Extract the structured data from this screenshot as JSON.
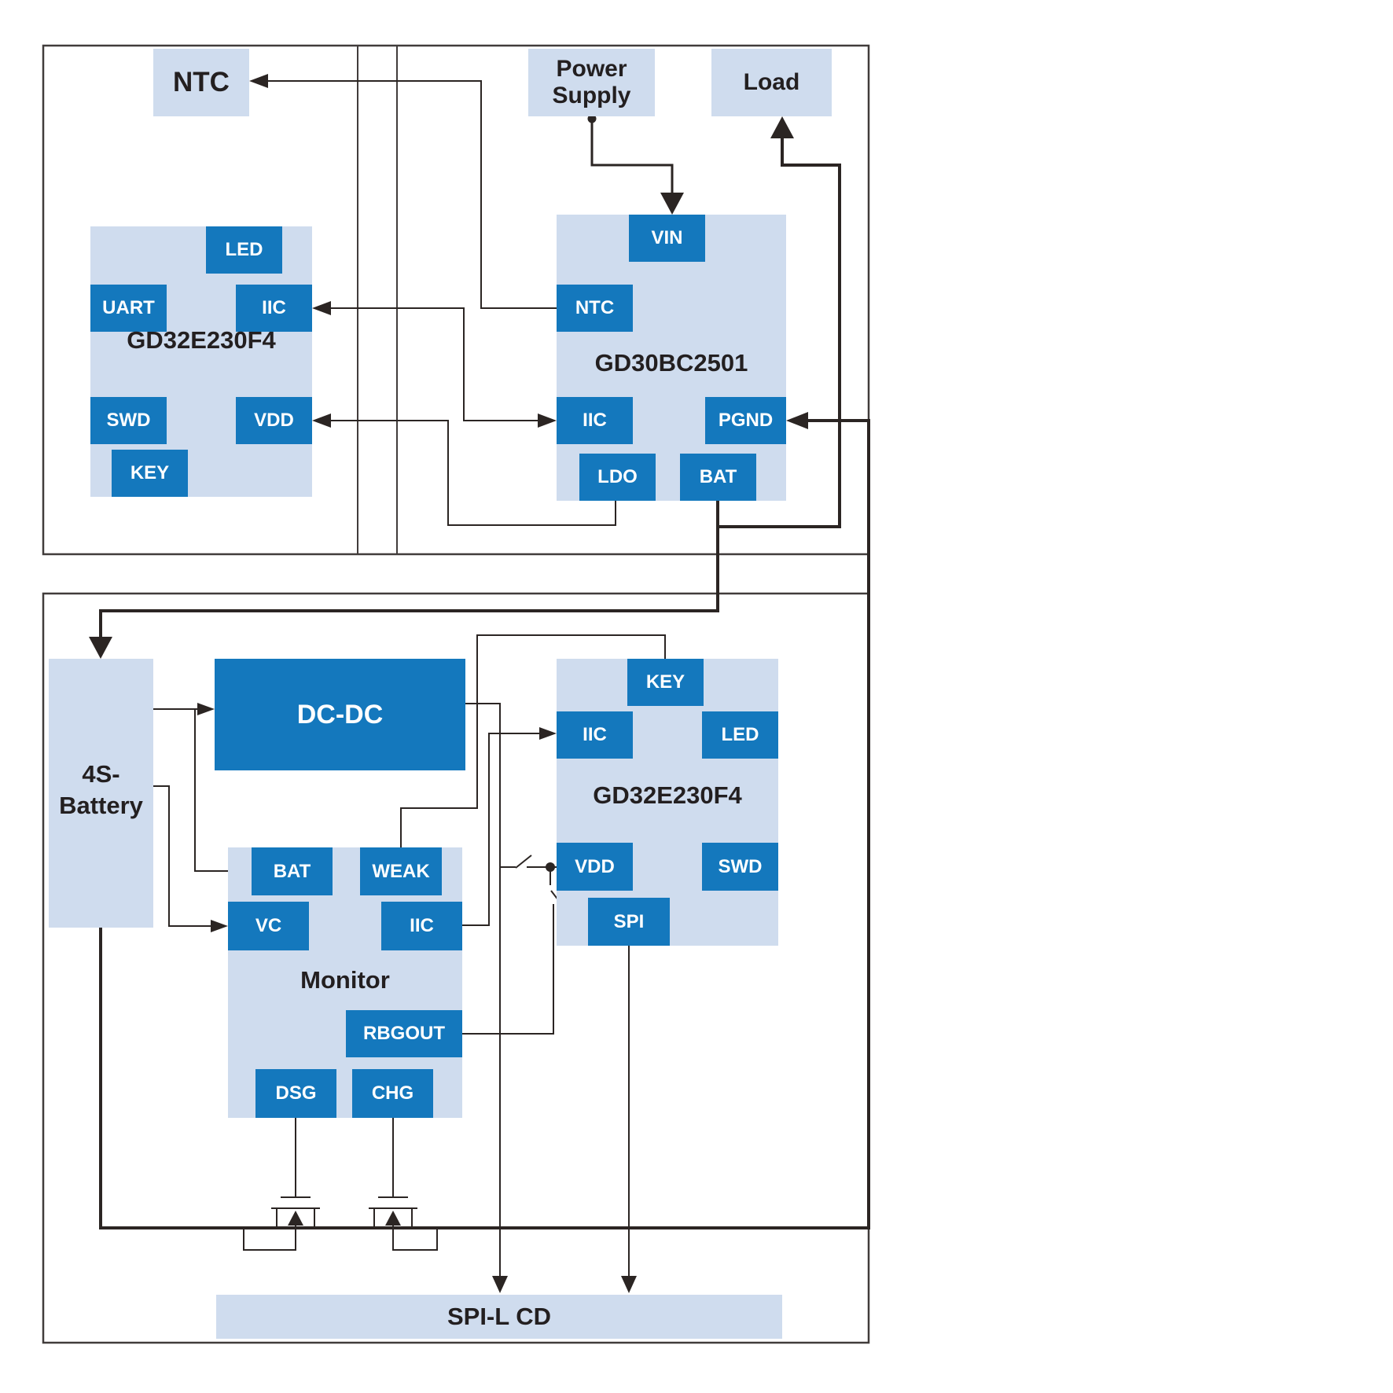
{
  "colors": {
    "accent_blue": "#1478bd",
    "block_bg": "#cfdcee",
    "wire": "#2b2523",
    "text_dark": "#231f20"
  },
  "top_section": {
    "ntc_label": "NTC",
    "power_supply_label": "Power Supply",
    "load_label": "Load",
    "mcu": {
      "title": "GD32E230F4",
      "led": "LED",
      "uart": "UART",
      "iic": "IIC",
      "swd": "SWD",
      "vdd": "VDD",
      "key": "KEY"
    },
    "charger": {
      "title": "GD30BC2501",
      "vin": "VIN",
      "ntc": "NTC",
      "iic": "IIC",
      "pgnd": "PGND",
      "ldo": "LDO",
      "bat": "BAT"
    }
  },
  "bottom_section": {
    "battery_line1": "4S-",
    "battery_line2": "Battery",
    "dcdc_label": "DC-DC",
    "monitor": {
      "title": "Monitor",
      "bat": "BAT",
      "weak": "WEAK",
      "vc": "VC",
      "iic": "IIC",
      "rbgout": "RBGOUT",
      "dsg": "DSG",
      "chg": "CHG"
    },
    "mcu": {
      "title": "GD32E230F4",
      "key": "KEY",
      "iic": "IIC",
      "led": "LED",
      "vdd": "VDD",
      "swd": "SWD",
      "spi": "SPI"
    },
    "spi_lcd_label": "SPI-L CD"
  }
}
